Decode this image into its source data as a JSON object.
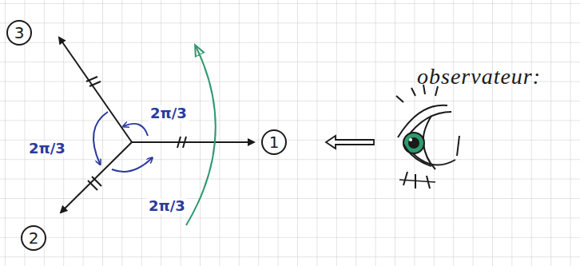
{
  "diagram": {
    "nodes": [
      {
        "text": [
          "3"
        ]
      },
      {
        "text": [
          "1"
        ]
      },
      {
        "text": [
          "2"
        ]
      }
    ],
    "labels": [
      "2π/3",
      "2π/3",
      "2π/3",
      "observateur:"
    ]
  }
}
